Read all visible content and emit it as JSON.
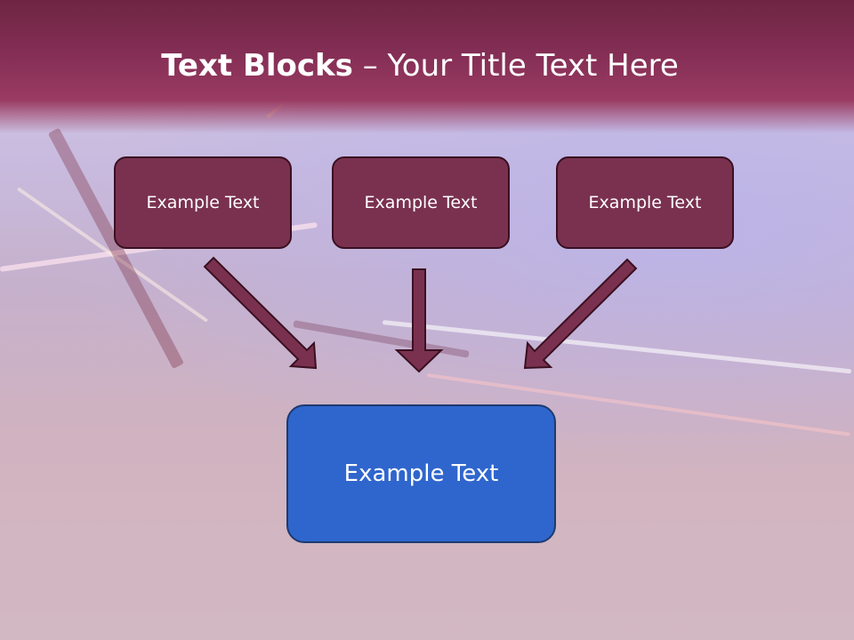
{
  "slide": {
    "title_bold": "Text Blocks",
    "title_dash": " – ",
    "title_rest": "Your Title Text Here",
    "top_boxes": [
      {
        "label": "Example Text"
      },
      {
        "label": "Example Text"
      },
      {
        "label": "Example Text"
      }
    ],
    "bottom_box": {
      "label": "Example Text"
    }
  },
  "colors": {
    "header": "#842e55",
    "top_box_fill": "#7a3150",
    "arrow_fill": "#7a3150",
    "bottom_box_fill": "#2f66cd"
  }
}
